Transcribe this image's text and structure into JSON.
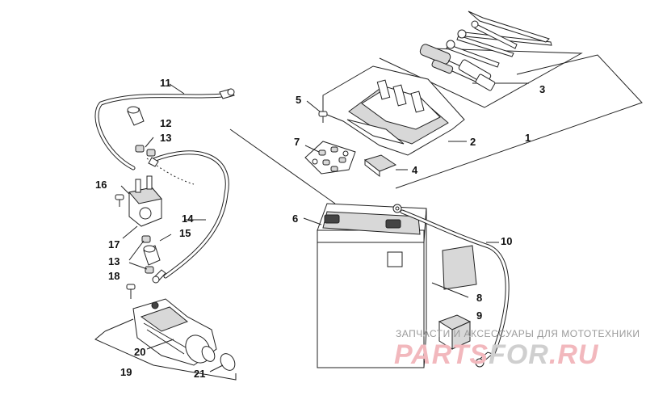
{
  "callouts": [
    {
      "id": "c1",
      "label": "1"
    },
    {
      "id": "c2",
      "label": "2"
    },
    {
      "id": "c3",
      "label": "3"
    },
    {
      "id": "c4",
      "label": "4"
    },
    {
      "id": "c5",
      "label": "5"
    },
    {
      "id": "c6",
      "label": "6"
    },
    {
      "id": "c7",
      "label": "7"
    },
    {
      "id": "c8",
      "label": "8"
    },
    {
      "id": "c9",
      "label": "9"
    },
    {
      "id": "c10",
      "label": "10"
    },
    {
      "id": "c11",
      "label": "11"
    },
    {
      "id": "c12",
      "label": "12"
    },
    {
      "id": "c13a",
      "label": "13"
    },
    {
      "id": "c13b",
      "label": "13"
    },
    {
      "id": "c14",
      "label": "14"
    },
    {
      "id": "c15",
      "label": "15"
    },
    {
      "id": "c16",
      "label": "16"
    },
    {
      "id": "c17",
      "label": "17"
    },
    {
      "id": "c18",
      "label": "18"
    },
    {
      "id": "c19",
      "label": "19"
    },
    {
      "id": "c20",
      "label": "20"
    },
    {
      "id": "c21",
      "label": "21"
    }
  ],
  "watermark": {
    "tagline": "ЗАПЧАСТИ И АКСЕССУАРЫ ДЛЯ МОТОТЕХНИКИ",
    "logo_part1": "PARTS",
    "logo_part2": "FOR",
    "logo_part3": ".RU"
  },
  "colors": {
    "line": "#222222",
    "watermark_red": "#f2b8bd",
    "watermark_gray": "#9a9a9a"
  }
}
